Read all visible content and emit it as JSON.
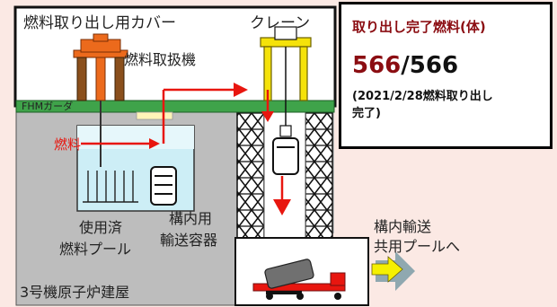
{
  "labels": {
    "fuel_cover": "燃料取り出し用カバー",
    "crane": "クレーン",
    "fhm": "燃料取扱機",
    "fhm_girder": "FHMガーダ",
    "fuel": "燃料",
    "spent_fuel_pool_1": "使用済",
    "spent_fuel_pool_2": "燃料プール",
    "container_1": "構内用",
    "container_2": "輸送容器",
    "transport_1": "構内輸送",
    "transport_2": "共用プールへ",
    "building": "3号機原子炉建屋"
  },
  "info": {
    "title": "取り出し完了燃料(体)",
    "done": "566",
    "sep_total": "/566",
    "note_1": "(2021/2/28燃料取り出し",
    "note_2": "完了)"
  },
  "colors": {
    "arrow_red": "#e8160f",
    "girder_green": "#3fa34a",
    "crane_yellow": "#f5e20a",
    "fhm_orange": "#ec6a1c",
    "pool_water": "#cdeef6",
    "count_red": "#8b0d12"
  }
}
